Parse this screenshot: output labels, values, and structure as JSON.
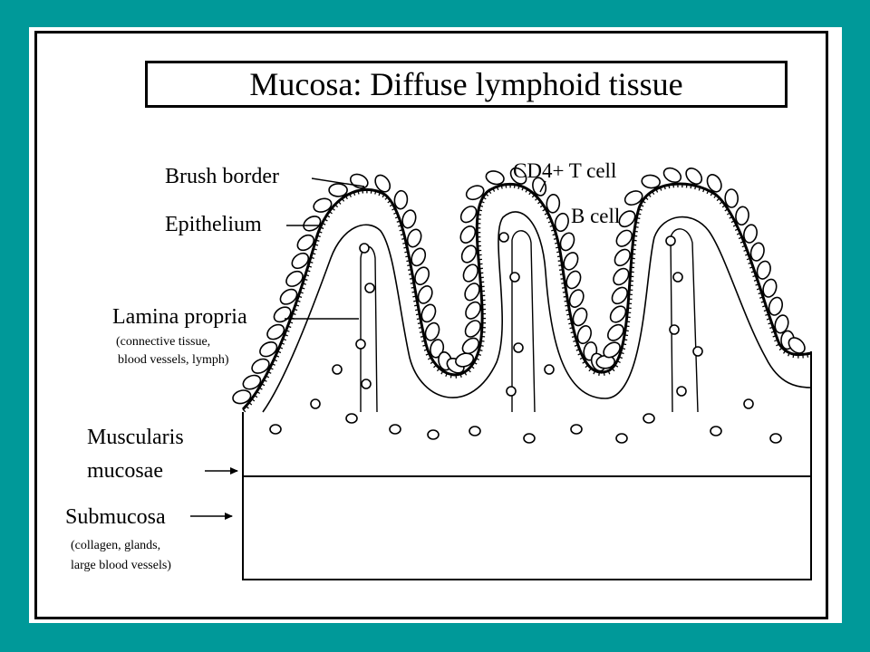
{
  "title": "Mucosa:  Diffuse lymphoid tissue",
  "labels": {
    "brush_border": "Brush border",
    "epithelium": "Epithelium",
    "cd4_t_cell": "CD4+ T cell",
    "b_cell": "B cell",
    "lamina_propria": "Lamina propria",
    "lamina_propria_note_1": "(connective tissue,",
    "lamina_propria_note_2": "blood vessels, lymph)",
    "muscularis_1": "Muscularis",
    "muscularis_2": "mucosae",
    "submucosa": "Submucosa",
    "submucosa_note_1": "(collagen, glands,",
    "submucosa_note_2": "large blood vessels)"
  },
  "colors": {
    "background": "#009999",
    "paper": "#ffffff",
    "ink": "#000000"
  }
}
